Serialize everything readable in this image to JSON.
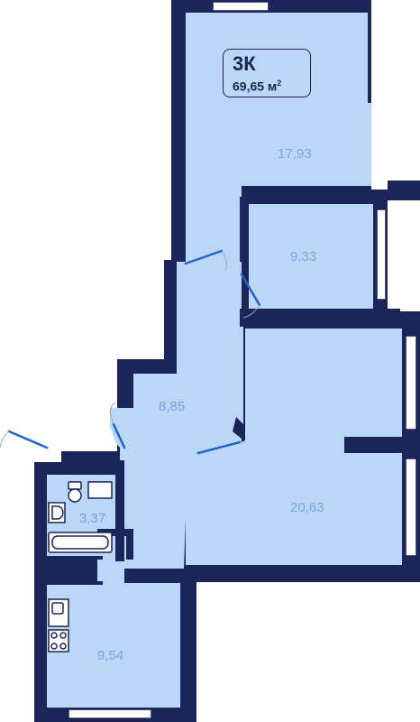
{
  "apartment": {
    "type": "3К",
    "total_area": "69,65 м",
    "area_unit_power": "2"
  },
  "rooms": [
    {
      "id": "living-top",
      "area": "17,93"
    },
    {
      "id": "bedroom-mid",
      "area": "9,33"
    },
    {
      "id": "hall",
      "area": "8,85"
    },
    {
      "id": "bedroom-large",
      "area": "20,63"
    },
    {
      "id": "bathroom",
      "area": "3,37"
    },
    {
      "id": "kitchen",
      "area": "9,54"
    }
  ],
  "colors": {
    "wall": "#1b2557",
    "room_fill": "#bcd6f8",
    "area_text": "#79a9df",
    "door": "#1b67c9"
  },
  "icons": [
    "toilet-icon",
    "sink-icon",
    "bathtub-icon",
    "kitchen-sink-icon",
    "stove-icon"
  ]
}
